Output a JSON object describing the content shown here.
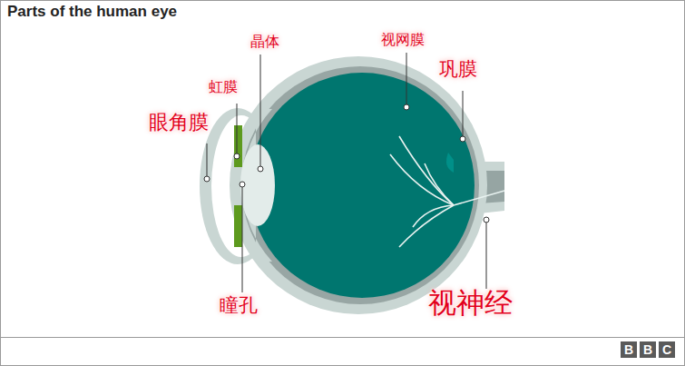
{
  "diagram": {
    "title": "Parts of the human eye",
    "nodes": [
      {
        "text": [
          "B"
        ]
      },
      {
        "text": [
          "B"
        ]
      },
      {
        "text": [
          "C"
        ]
      }
    ],
    "labels": [
      "晶体",
      "视网膜",
      "巩膜",
      "虹膜",
      "眼角膜",
      "瞳孔",
      "视神经"
    ]
  }
}
